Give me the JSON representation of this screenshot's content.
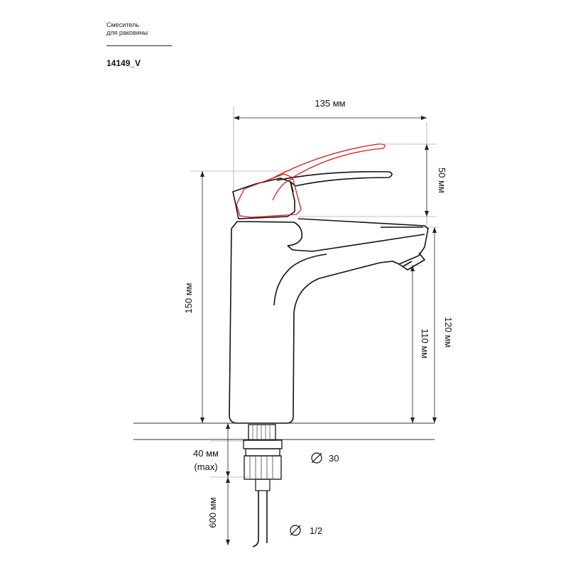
{
  "header": {
    "line1": "Смеситель",
    "line2": "для раковины",
    "code": "14149_V"
  },
  "dimensions": {
    "width": "135 мм",
    "lever_height": "50 мм",
    "total_height": "150 мм",
    "spout_top_height": "120 мм",
    "spout_height": "110 мм",
    "max_thickness": "40 мм",
    "max_note": "(max)",
    "hose_length": "600 мм",
    "hole_diameter": "30",
    "thread_size": "1/2"
  },
  "colors": {
    "outline": "#111111",
    "lever_raised": "#d42020"
  }
}
